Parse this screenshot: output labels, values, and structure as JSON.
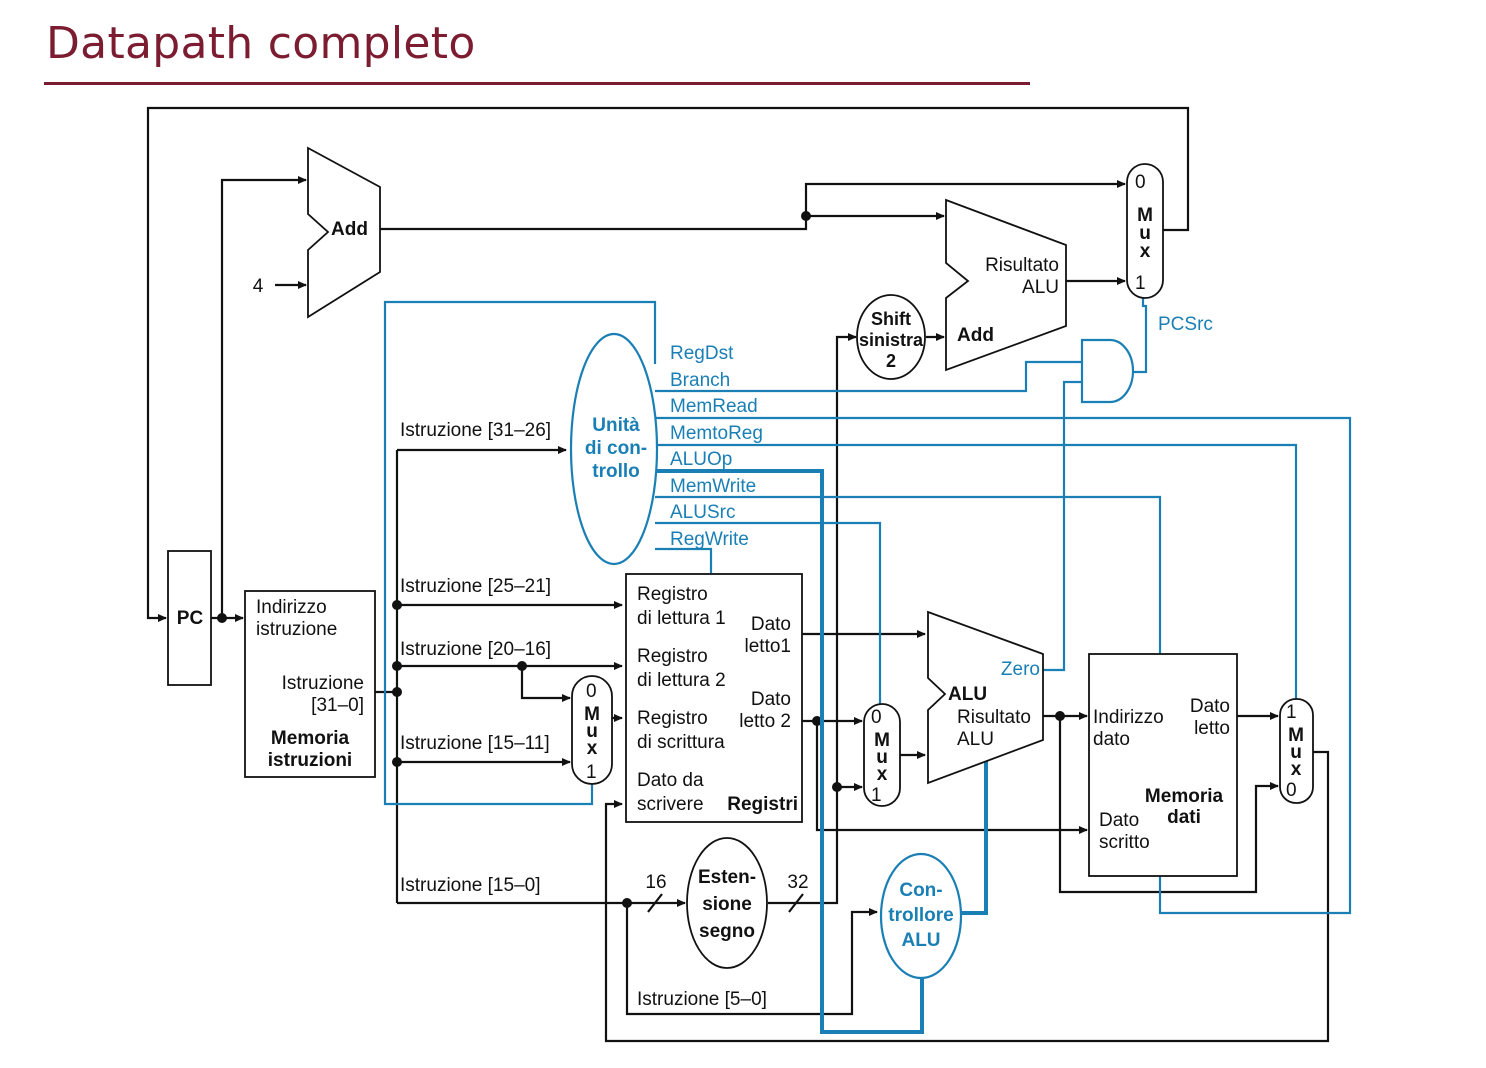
{
  "title": "Datapath completo",
  "colors": {
    "title": "#7b1c31",
    "control": "#1a7fb4",
    "wire": "#111111"
  },
  "blocks": {
    "pc": "PC",
    "add_top": "Add",
    "const4": "4",
    "imem_addr_1": "Indirizzo",
    "imem_addr_2": "istruzione",
    "imem_instr_1": "Istruzione",
    "imem_instr_2": "[31–0]",
    "imem_name_1": "Memoria",
    "imem_name_2": "istruzioni",
    "branch_add_result_1": "Risultato",
    "branch_add_result_2": "ALU",
    "branch_add_name": "Add",
    "shift_1": "Shift",
    "shift_2": "sinistra",
    "shift_3": "2",
    "control_1": "Unità",
    "control_2": "di con-",
    "control_3": "trollo",
    "reg_read1_1": "Registro",
    "reg_read1_2": "di lettura 1",
    "reg_read2_1": "Registro",
    "reg_read2_2": "di lettura 2",
    "reg_write_1": "Registro",
    "reg_write_2": "di scrittura",
    "reg_data_1": "Dato da",
    "reg_data_2": "scrivere",
    "reg_name": "Registri",
    "reg_out1_1": "Dato",
    "reg_out1_2": "letto1",
    "reg_out2_1": "Dato",
    "reg_out2_2": "letto 2",
    "alu_name": "ALU",
    "alu_zero": "Zero",
    "alu_result_1": "Risultato",
    "alu_result_2": "ALU",
    "sign_ext_1": "Esten-",
    "sign_ext_2": "sione",
    "sign_ext_3": "segno",
    "alu_ctrl_1": "Con-",
    "alu_ctrl_2": "trollore",
    "alu_ctrl_3": "ALU",
    "dmem_addr_1": "Indirizzo",
    "dmem_addr_2": "dato",
    "dmem_out_1": "Dato",
    "dmem_out_2": "letto",
    "dmem_name_1": "Memoria",
    "dmem_name_2": "dati",
    "dmem_in_1": "Dato",
    "dmem_in_2": "scritto",
    "bits16": "16",
    "bits32": "32"
  },
  "muxes": {
    "pc_mux": [
      "0",
      "M",
      "u",
      "x",
      "1"
    ],
    "reg_mux": [
      "0",
      "M",
      "u",
      "x",
      "1"
    ],
    "alu_mux": [
      "0",
      "M",
      "u",
      "x",
      "1"
    ],
    "wb_mux": [
      "1",
      "M",
      "u",
      "x",
      "0"
    ]
  },
  "fields": {
    "f31_26": "Istruzione [31–26]",
    "f25_21": "Istruzione [25–21]",
    "f20_16": "Istruzione [20–16]",
    "f15_11": "Istruzione [15–11]",
    "f15_0": "Istruzione [15–0]",
    "f5_0": "Istruzione [5–0]"
  },
  "signals": [
    "RegDst",
    "Branch",
    "MemRead",
    "MemtoReg",
    "ALUOp",
    "MemWrite",
    "ALUSrc",
    "RegWrite"
  ],
  "pcsrc": "PCSrc"
}
